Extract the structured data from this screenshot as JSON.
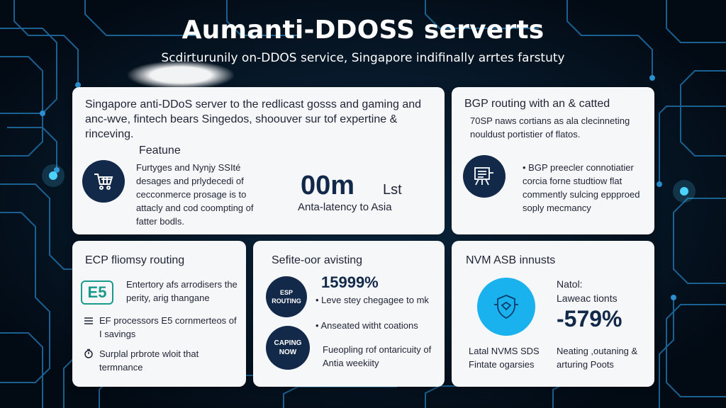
{
  "header": {
    "title": "Aumanti-DDOSS serverts",
    "subtitle": "Scdirturunily on-DDOS service, Singapore indifinally arrtes farstuty"
  },
  "card_main": {
    "intro": "Singapore anti-DDoS server to the redlicast gosss and gaming and anc-wve, fintech bears Singedos, shoouver sur tof expertine & rinceving.",
    "feature_heading": "Featune",
    "feature_text": "Furtyges and Nynjy SSIté desages and prlydecedi of cecconmerce prosage is to attacly and cod coompting of fatter bodls.",
    "metric_value": "00m",
    "metric_unit": "Lst",
    "metric_caption": "Anta-latency to Asia"
  },
  "card_bgp": {
    "heading": "BGP routing  with an & catted",
    "text1": "70SP naws cortians as ala clecinneting nouldust portistier of flatos.",
    "bullet": "BGP preecler connotiatier corcia forne studtiow flat commently sulcing eppproed soply mecmancy"
  },
  "card_ecp": {
    "heading": "ECP fliomsy routing",
    "badge": "E5",
    "text1": "Entertory afs arrodisers the perity, arig thangane",
    "text2": "EF processors E5 cornmerteos of I savings",
    "text3": "Surplal prbrote wloit that termnance"
  },
  "card_sefite": {
    "heading": "Sefite-oor avisting",
    "circle1": "ESP ROUTING",
    "metric": "15999%",
    "bullet1": "Leve stey chegagee to mk",
    "bullet2": "Anseated witht coations",
    "circle2": "CAPING NOW",
    "text3": "Fueopling rof ontaricuity of Antia weekiity"
  },
  "card_nvm": {
    "heading": "NVM ASB innusts",
    "label1": "Natol:",
    "label2": "Laweac tionts",
    "metric": "-579%",
    "caption1": "Latal NVMS SDS Fintate ogarsies",
    "caption2": "Neating ,outaning & arturing Poots"
  },
  "colors": {
    "navy": "#13294a",
    "cyan": "#1ab2ee",
    "teal_badge": "#1a9a8a",
    "background": "#04101c"
  },
  "icons": [
    "shopping-cart-icon",
    "routing-diagram-icon",
    "stack-icon",
    "timer-icon",
    "shield-icon"
  ]
}
